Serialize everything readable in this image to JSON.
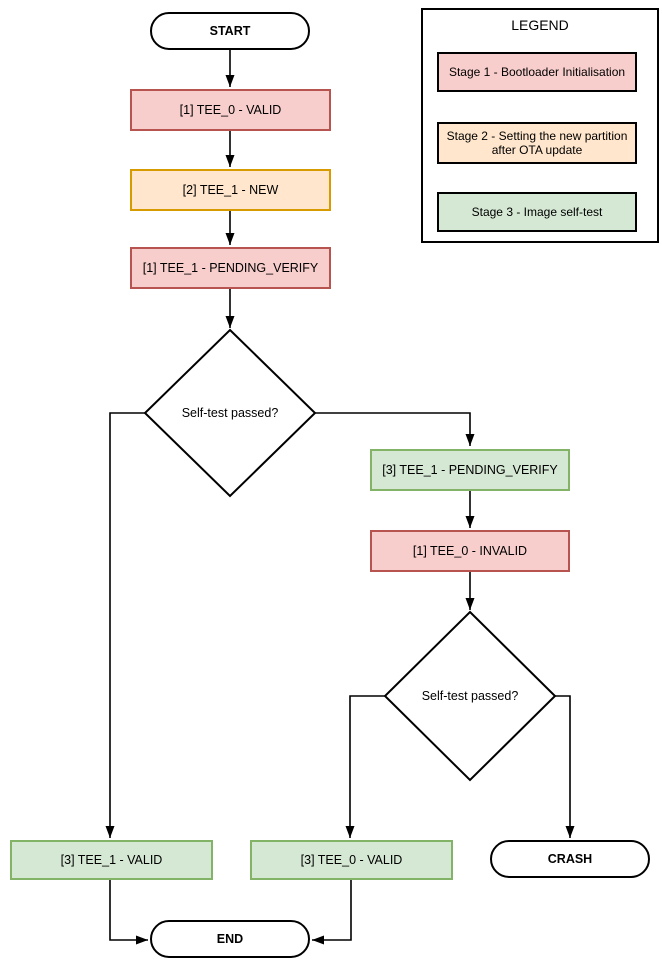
{
  "diagram": {
    "colors": {
      "stage1_fill": "#f8cecc",
      "stage1_border": "#b85450",
      "stage2_fill": "#ffe6cc",
      "stage2_border": "#d79b00",
      "stage3_fill": "#d5e8d4",
      "stage3_border": "#82b366",
      "terminal_fill": "#ffffff",
      "terminal_border": "#000000",
      "connector": "#000000"
    },
    "nodes": {
      "start": {
        "label": "START"
      },
      "tee0_valid_s1": {
        "label": "[1] TEE_0 - VALID"
      },
      "tee1_new_s2": {
        "label": "[2] TEE_1 - NEW"
      },
      "tee1_pending_verify_s1": {
        "label": "[1] TEE_1 - PENDING_VERIFY"
      },
      "decision1": {
        "label": "Self-test passed?"
      },
      "tee1_pending_verify_s3": {
        "label": "[3] TEE_1 - PENDING_VERIFY"
      },
      "tee0_invalid_s1": {
        "label": "[1] TEE_0 - INVALID"
      },
      "decision2": {
        "label": "Self-test passed?"
      },
      "tee1_valid_s3": {
        "label": "[3] TEE_1 - VALID"
      },
      "tee0_valid_s3": {
        "label": "[3] TEE_0 - VALID"
      },
      "crash": {
        "label": "CRASH"
      },
      "end": {
        "label": "END"
      }
    },
    "legend": {
      "title": "LEGEND",
      "items": [
        {
          "label": "Stage 1 - Bootloader Initialisation"
        },
        {
          "label": "Stage 2 - Setting the new partition after OTA update"
        },
        {
          "label": "Stage 3 - Image self-test"
        }
      ]
    }
  }
}
